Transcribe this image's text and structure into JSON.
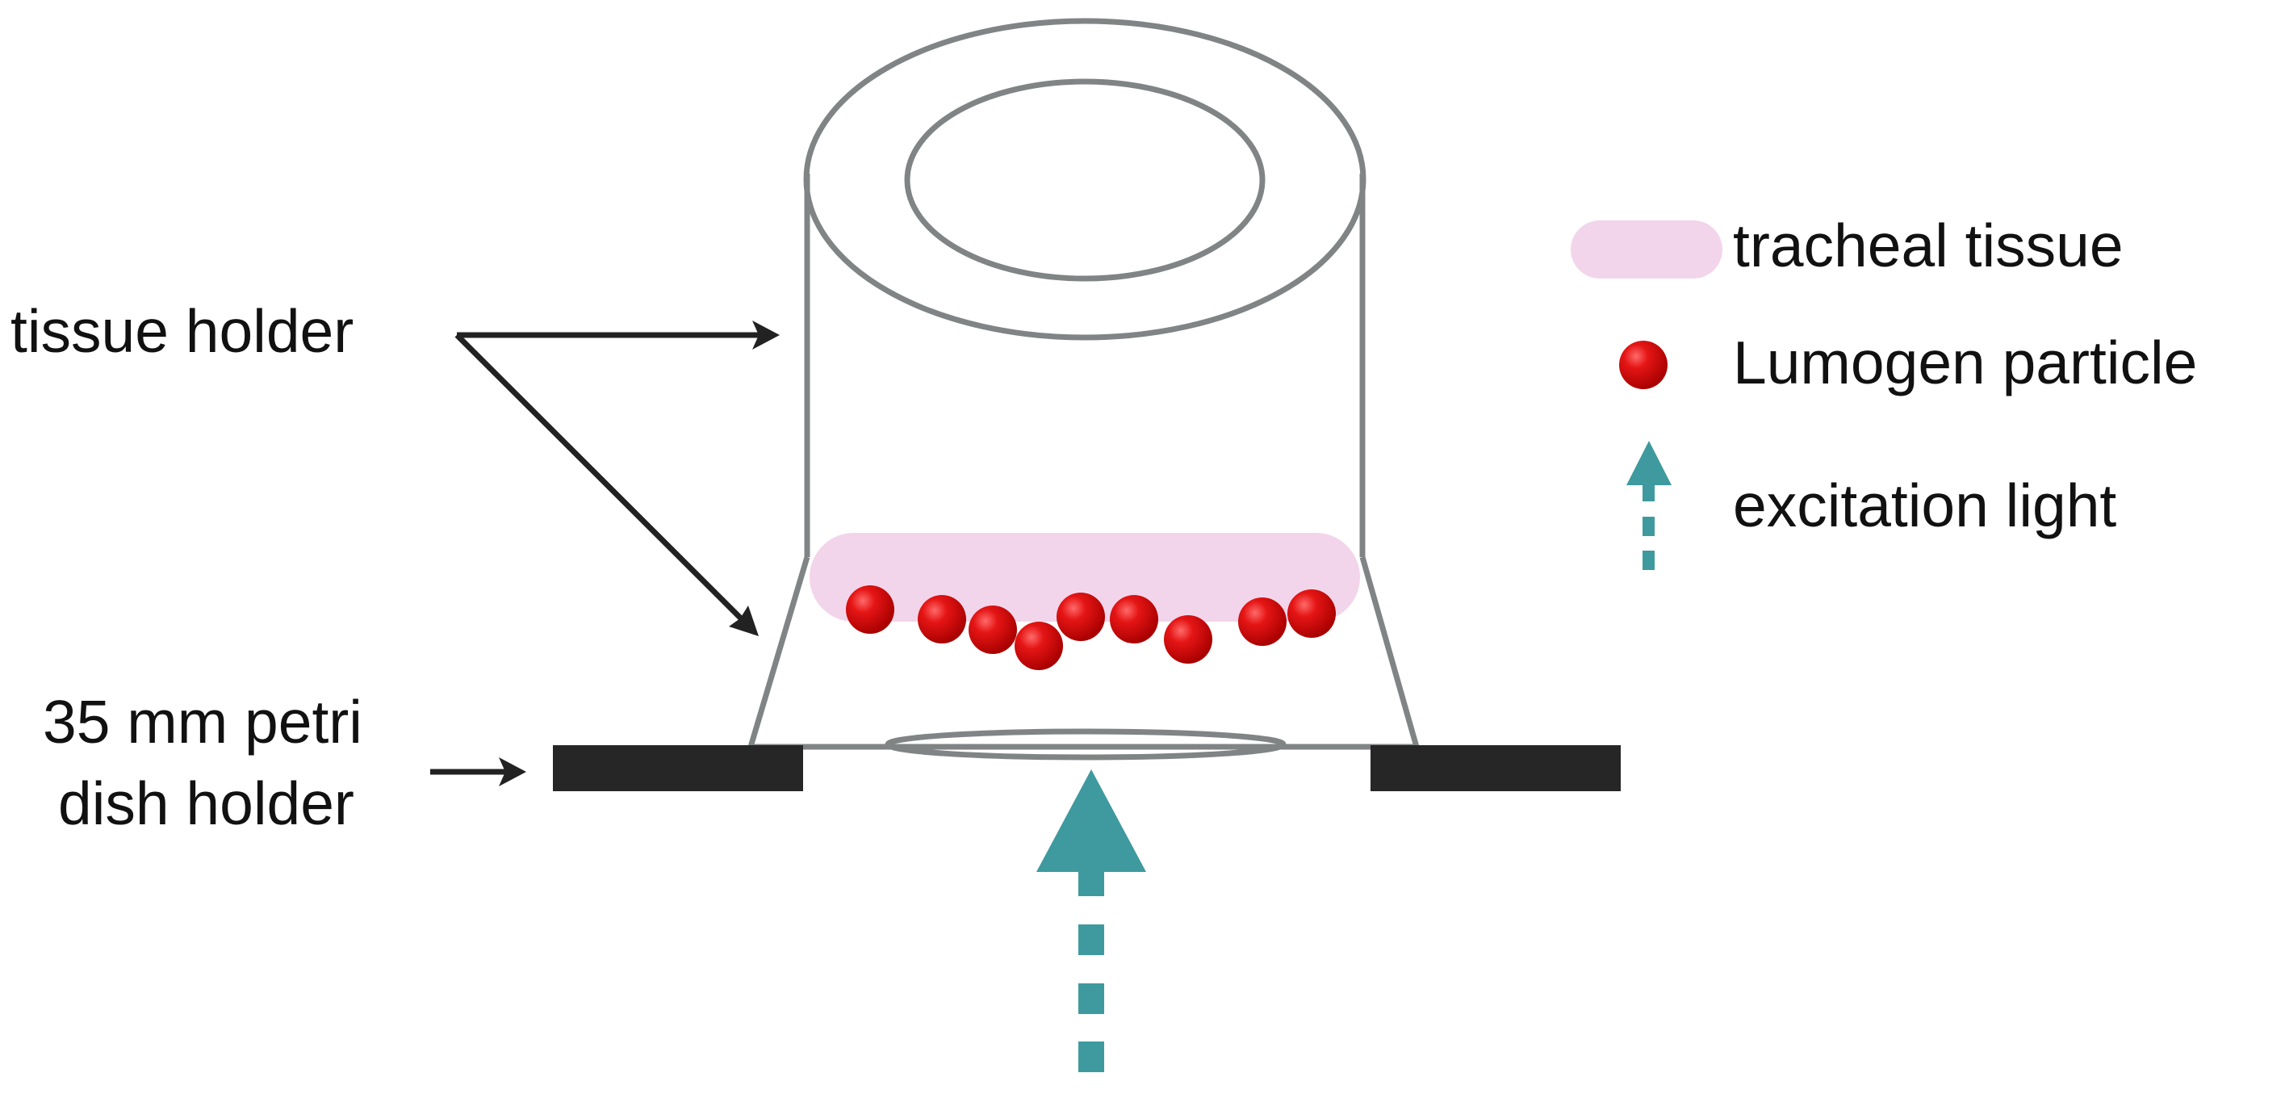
{
  "labels": {
    "tissue_holder": "tissue holder",
    "petri_dish_line1": "35 mm petri",
    "petri_dish_line2": "dish holder"
  },
  "legend": {
    "items": [
      {
        "text": "tracheal tissue",
        "icon": "pink-rounded-bar",
        "color": "#f2d5ea"
      },
      {
        "text": "Lumogen particle",
        "icon": "red-sphere",
        "color": "#dd0b0b"
      },
      {
        "text": "excitation light",
        "icon": "teal-dashed-arrow",
        "color": "#3e9a9e"
      }
    ]
  },
  "colors": {
    "holder_outline": "#808485",
    "tissue": "#f2d5ea",
    "particle": "#dd0b0b",
    "excitation": "#3e9a9e",
    "dish_holder": "#262626",
    "pointer_arrows": "#222222"
  }
}
